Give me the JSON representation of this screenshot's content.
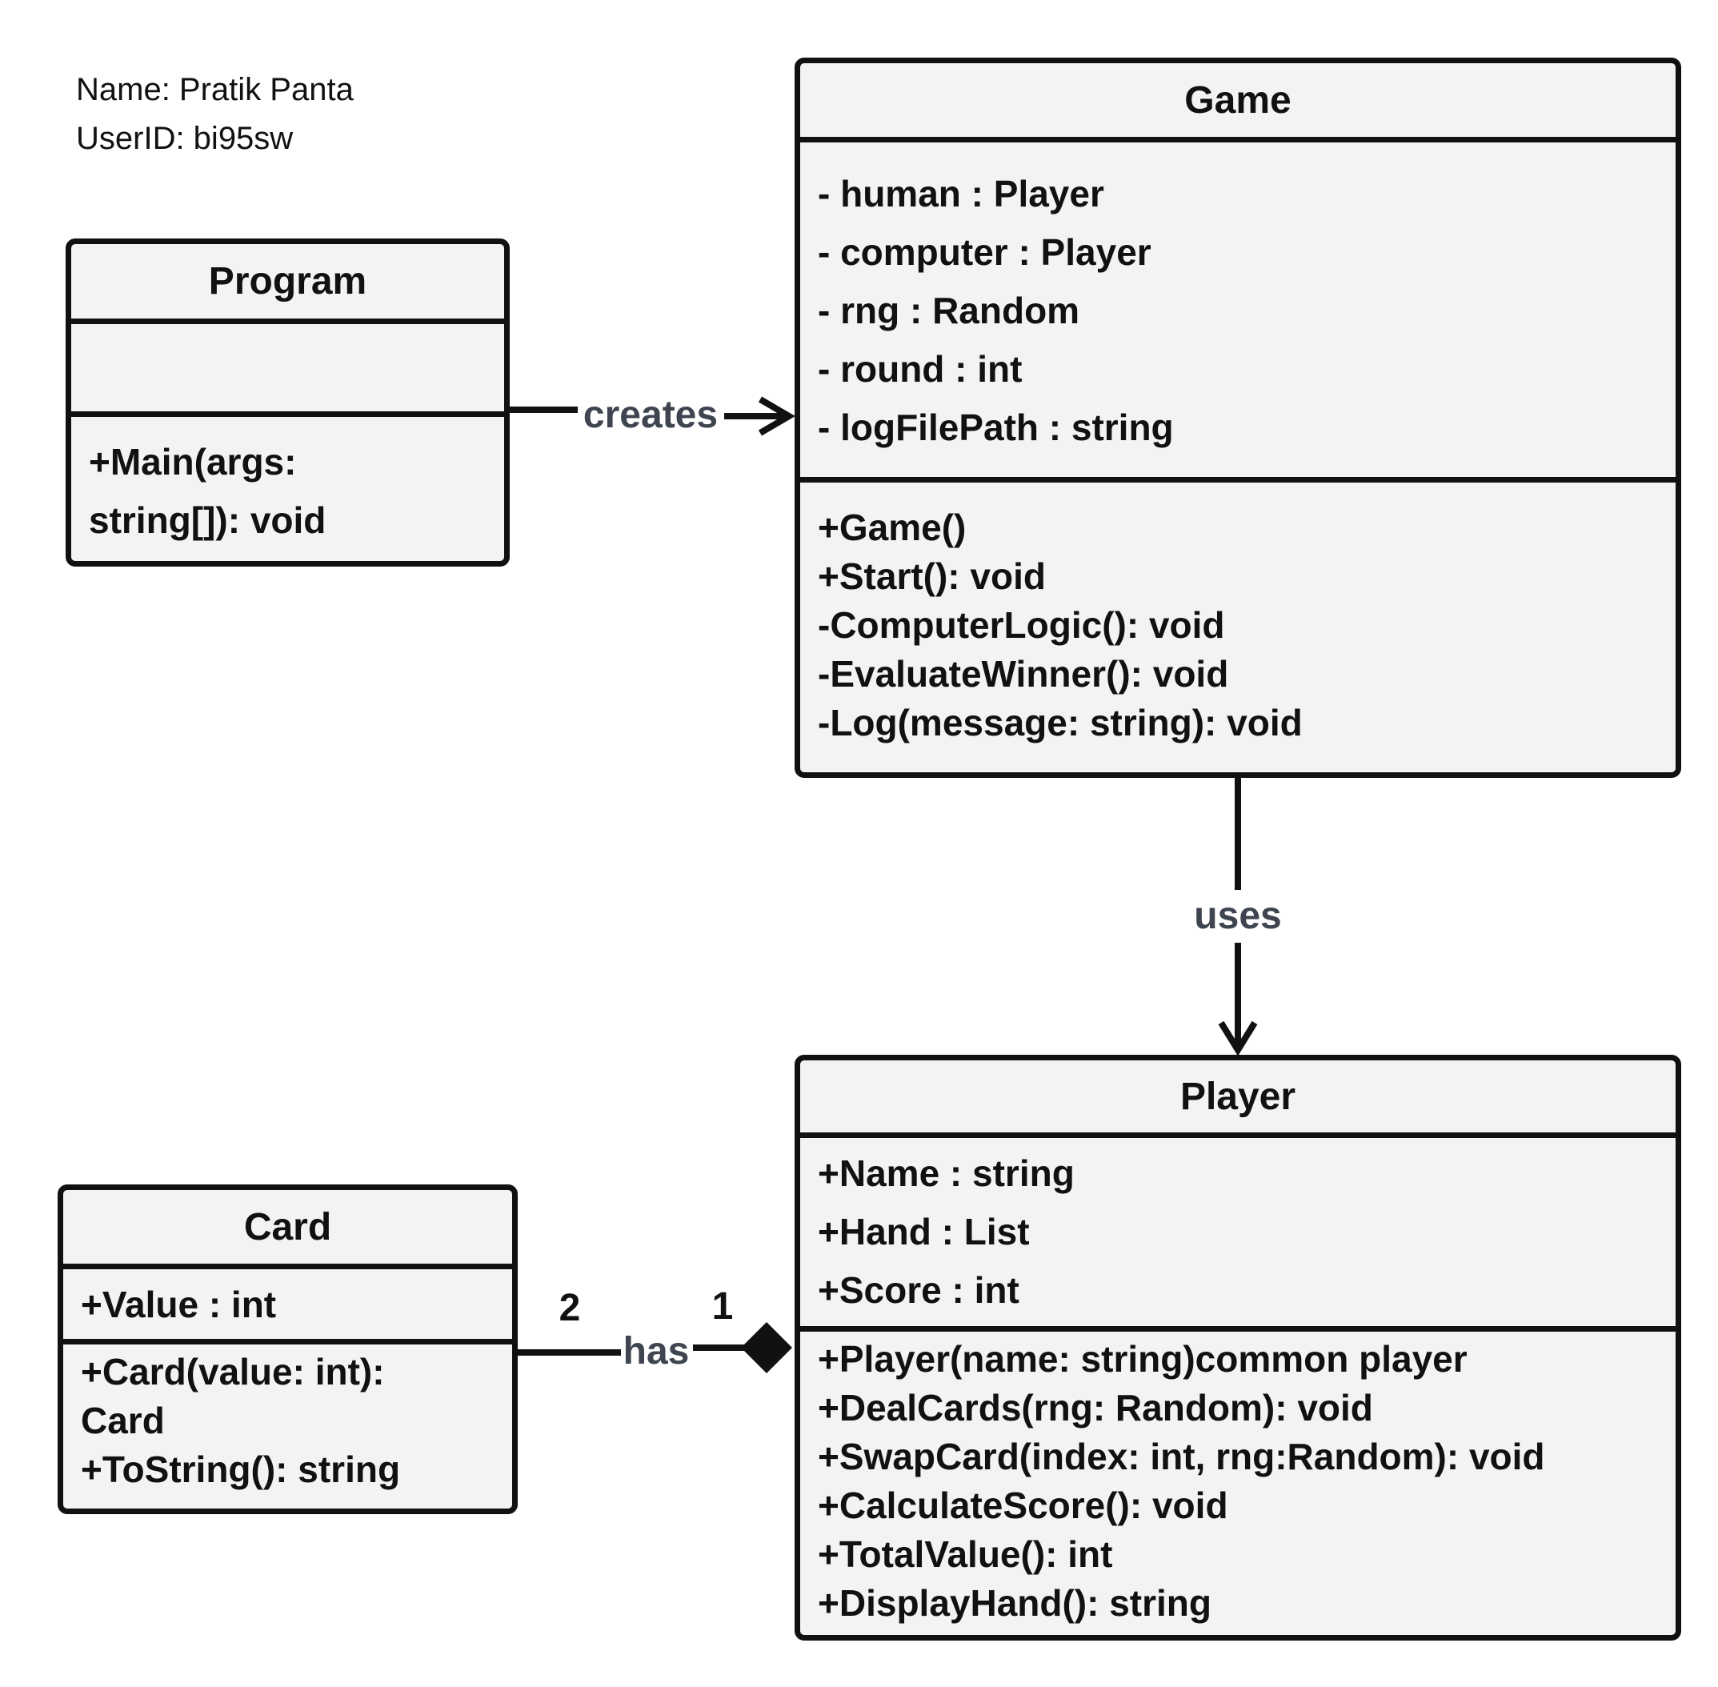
{
  "header": {
    "name_line": "Name: Pratik Panta",
    "userid_line": "UserID: bi95sw"
  },
  "classes": {
    "program": {
      "title": "Program",
      "attributes": [],
      "methods": [
        "+Main(args:",
        "string[]): void"
      ]
    },
    "game": {
      "title": "Game",
      "attributes": [
        "- human : Player",
        "- computer : Player",
        "- rng : Random",
        "- round : int",
        "- logFilePath : string"
      ],
      "methods": [
        "+Game()",
        "+Start(): void",
        "-ComputerLogic(): void",
        "-EvaluateWinner(): void",
        "-Log(message: string): void"
      ]
    },
    "player": {
      "title": "Player",
      "attributes": [
        "+Name : string",
        "+Hand : List",
        "+Score : int"
      ],
      "methods": [
        "+Player(name: string)common player",
        "+DealCards(rng: Random): void",
        "+SwapCard(index: int, rng:Random): void",
        "+CalculateScore(): void",
        "+TotalValue(): int",
        "+DisplayHand(): string"
      ]
    },
    "card": {
      "title": "Card",
      "attributes": [
        "+Value : int"
      ],
      "methods": [
        "+Card(value: int):",
        "Card",
        "+ToString(): string"
      ]
    }
  },
  "relations": {
    "creates": {
      "from": "Program",
      "to": "Game",
      "label": "creates",
      "kind": "dependency-arrow"
    },
    "uses": {
      "from": "Game",
      "to": "Player",
      "label": "uses",
      "kind": "dependency-arrow"
    },
    "has": {
      "from": "Player",
      "to": "Card",
      "label": "has",
      "kind": "composition",
      "mult_player": "1",
      "mult_card": "2"
    }
  },
  "colors": {
    "stroke": "#111111",
    "fill": "#f2f3f4",
    "edge_label": "#3e4450"
  }
}
